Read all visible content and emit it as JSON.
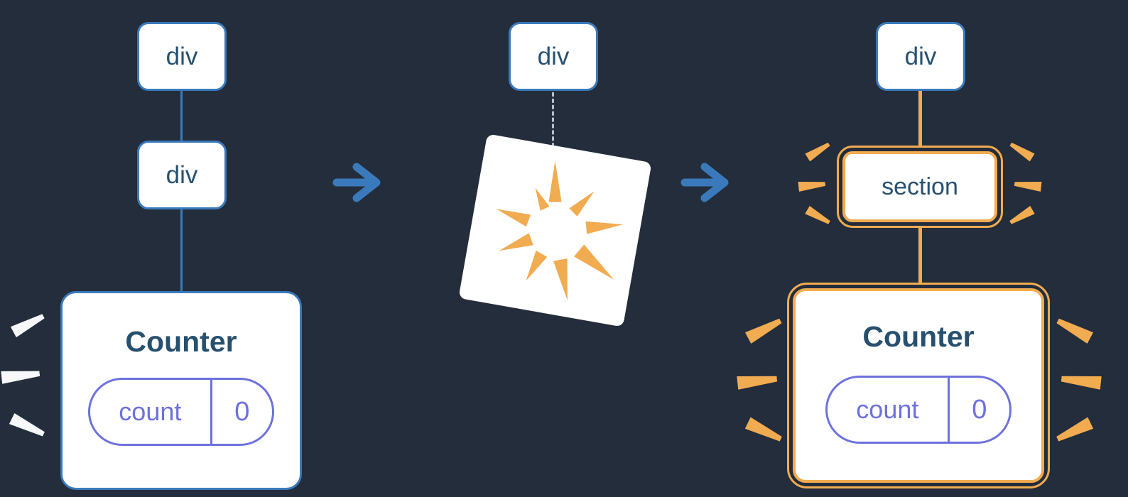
{
  "colors": {
    "background": "#232d3b",
    "node_border_blue": "#3a7abc",
    "node_background": "#ffffff",
    "node_text": "#27506f",
    "arrow_blue": "#3a7abc",
    "state_purple": "#6d71dd",
    "highlight_orange": "#f1ab51",
    "spark_white": "#f6f8fa",
    "dashed_line_gray": "#b6c0cb"
  },
  "icons": {
    "arrow_right_icon": "→",
    "spark_icon": "wedge",
    "poof_burst_icon": "radial-burst"
  },
  "before": {
    "node_top": {
      "label": "div"
    },
    "node_middle": {
      "label": "div"
    },
    "counter": {
      "title": "Counter",
      "state": {
        "key": "count",
        "value": "0"
      }
    }
  },
  "during": {
    "node_top": {
      "label": "div"
    }
  },
  "after": {
    "node_top": {
      "label": "div"
    },
    "node_highlight": {
      "label": "section"
    },
    "counter": {
      "title": "Counter",
      "state": {
        "key": "count",
        "value": "0"
      }
    }
  }
}
